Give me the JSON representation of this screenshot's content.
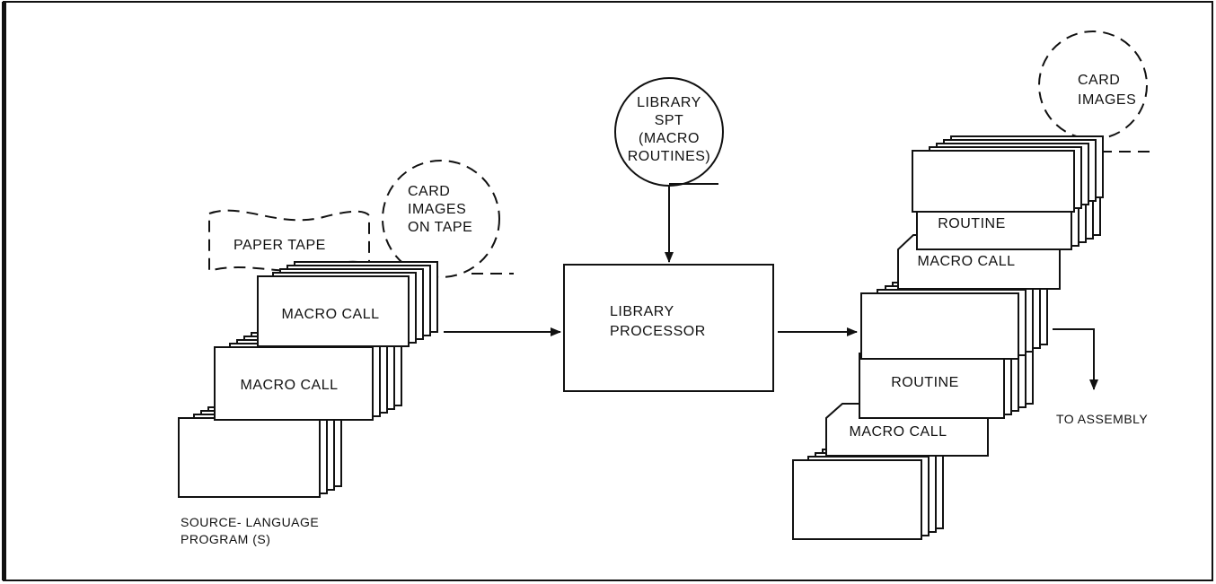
{
  "labels": {
    "paper_tape": "PAPER TAPE",
    "card_images_on_tape": [
      "CARD",
      "IMAGES",
      "ON TAPE"
    ],
    "library_spt": [
      "LIBRARY",
      "SPT",
      "(MACRO",
      "ROUTINES)"
    ],
    "library_processor": [
      "LIBRARY",
      "PROCESSOR"
    ],
    "card_images": [
      "CARD",
      "IMAGES"
    ],
    "source_deck_cards": [
      "MACRO CALL",
      "MACRO CALL"
    ],
    "output_deck_cards": [
      "ROUTINE",
      "MACRO CALL",
      "ROUTINE",
      "MACRO CALL"
    ],
    "to_assembly": "TO ASSEMBLY",
    "source_program": [
      "SOURCE- LANGUAGE",
      "PROGRAM (S)"
    ]
  },
  "colors": {
    "ink": "#111111",
    "paper": "#ffffff"
  }
}
